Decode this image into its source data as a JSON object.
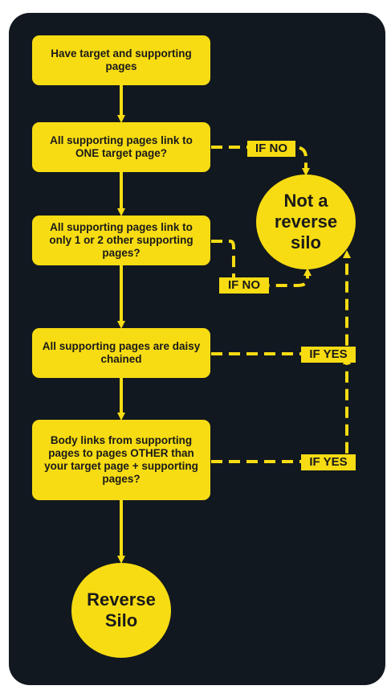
{
  "flowchart": {
    "colors": {
      "background": "#12181f",
      "accent": "#f7dc13",
      "text": "#1a1a1a"
    },
    "nodes": {
      "start": "Have target and supporting pages",
      "q1": "All supporting pages link to ONE target page?",
      "q2": "All supporting pages link to only 1 or 2 other supporting pages?",
      "q3": "All supporting pages are daisy chained",
      "q4": "Body links from supporting pages to pages OTHER than your target page + supporting pages?",
      "not_silo": "Not a\nreverse\nsilo",
      "reverse_silo": "Reverse\nSilo"
    },
    "edge_labels": {
      "q1_no": "IF NO",
      "q2_no": "IF NO",
      "q3_yes": "IF YES",
      "q4_yes": "IF YES"
    }
  }
}
